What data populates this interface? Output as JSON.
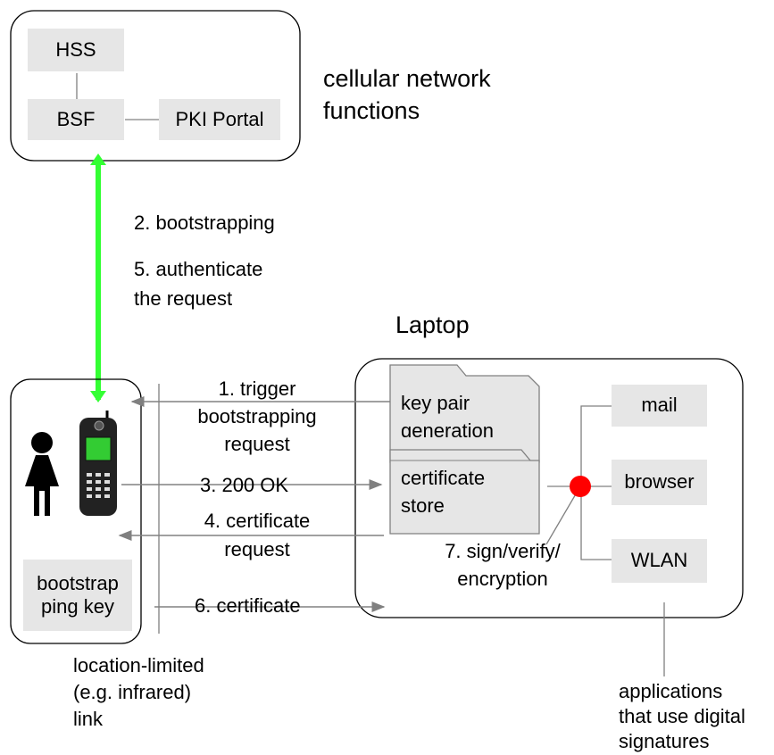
{
  "network": {
    "title_line1": "cellular network",
    "title_line2": "functions",
    "nodes": {
      "hss": "HSS",
      "bsf": "BSF",
      "pki": "PKI Portal"
    }
  },
  "laptop": {
    "title": "Laptop",
    "key_pair": {
      "line1": "key pair",
      "line2": "generation"
    },
    "cert_store": {
      "line1": "certificate",
      "line2": "store"
    },
    "apps": [
      "mail",
      "browser",
      "WLAN"
    ]
  },
  "phone": {
    "key_line1": "bootstrap",
    "key_line2": "ping key"
  },
  "steps": {
    "s1": [
      "1. trigger",
      "bootstrapping",
      "request"
    ],
    "s2": "2. bootstrapping",
    "s3": "3. 200 OK",
    "s4": [
      "4. certificate",
      "request"
    ],
    "s5": [
      "5. authenticate",
      "the request"
    ],
    "s6": "6. certificate",
    "s7": [
      "7. sign/verify/",
      "encryption"
    ]
  },
  "notes": {
    "link": [
      "location-limited",
      "(e.g. infrared)",
      "link"
    ],
    "apps": [
      "applications",
      "that use digital",
      "signatures"
    ]
  },
  "colors": {
    "green_arrow": "#33ff33",
    "red_dot": "#ff0000",
    "box_fill": "#e6e6e6",
    "line_gray": "#808080",
    "phone_screen": "#33cc33"
  }
}
